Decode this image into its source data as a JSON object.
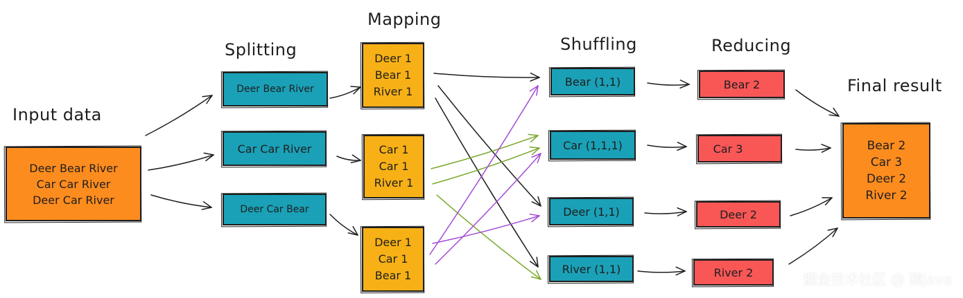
{
  "titles": {
    "input": "Input data",
    "splitting": "Splitting",
    "mapping": "Mapping",
    "shuffling": "Shuffling",
    "reducing": "Reducing",
    "final": "Final result"
  },
  "input": {
    "lines": [
      "Deer Bear River",
      "Car Car River",
      "Deer Car River"
    ]
  },
  "splits": [
    "Deer Bear River",
    "Car Car River",
    "Deer Car Bear"
  ],
  "mappings": [
    [
      "Deer 1",
      "Bear 1",
      "River 1"
    ],
    [
      "Car 1",
      "Car 1",
      "River 1"
    ],
    [
      "Deer 1",
      "Car 1",
      "Bear 1"
    ]
  ],
  "shuffles": [
    "Bear (1,1)",
    "Car (1,1,1)",
    "Deer (1,1)",
    "River (1,1)"
  ],
  "reduces": [
    "Bear 2",
    "Car 3",
    "Deer 2",
    "River 2"
  ],
  "final": {
    "lines": [
      "Bear 2",
      "Car 3",
      "Deer 2",
      "River 2"
    ]
  },
  "watermark": "掘金技术社区 @ 猿java",
  "colors": {
    "input": "#fd8c1e",
    "split": "#1aa1b7",
    "map": "#f7b116",
    "shuffle": "#1aa1b7",
    "reduce": "#f95656",
    "final": "#fd8c1e",
    "arrow_black": "#1e1e1e",
    "arrow_purple": "#a34bd6",
    "arrow_green": "#7aa82c"
  }
}
